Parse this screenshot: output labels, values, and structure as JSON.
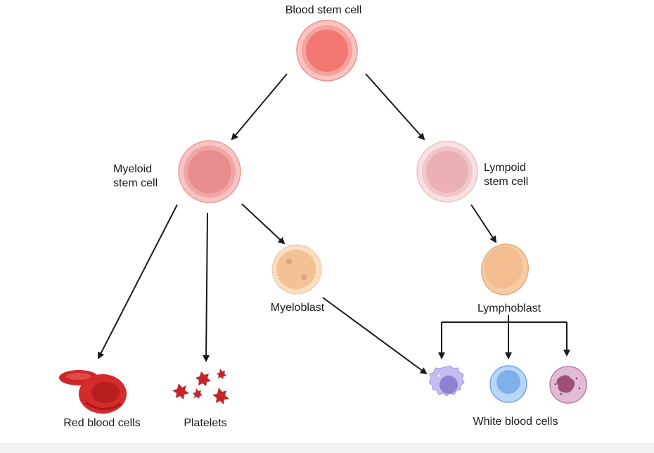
{
  "labels": {
    "blood_stem_cell": "Blood stem cell",
    "myeloid_line1": "Myeloid",
    "myeloid_line2": "stem cell",
    "lympoid_line1": "Lympoid",
    "lympoid_line2": "stem cell",
    "myeloblast": "Myeloblast",
    "lymphoblast": "Lymphoblast",
    "red_blood_cells": "Red blood cells",
    "platelets": "Platelets",
    "white_blood_cells": "White blood cells"
  },
  "colors": {
    "stem_outer": "#f9a9a6",
    "stem_inner": "#f2726e",
    "myeloid_outer": "#f5b3b1",
    "myeloid_inner": "#e98a8a",
    "lympoid_outer": "#f8d3d4",
    "lympoid_inner": "#ecb0b3",
    "blast_fill": "#f4c39a",
    "blast_edge": "#e7a97a",
    "rbc": "#d42a2a",
    "rbc_dark": "#a81818",
    "wbc_purple": "#b7aee6",
    "wbc_blue": "#8fbcf0",
    "wbc_pink": "#c98ab0",
    "arrow": "#1a1a1a"
  }
}
